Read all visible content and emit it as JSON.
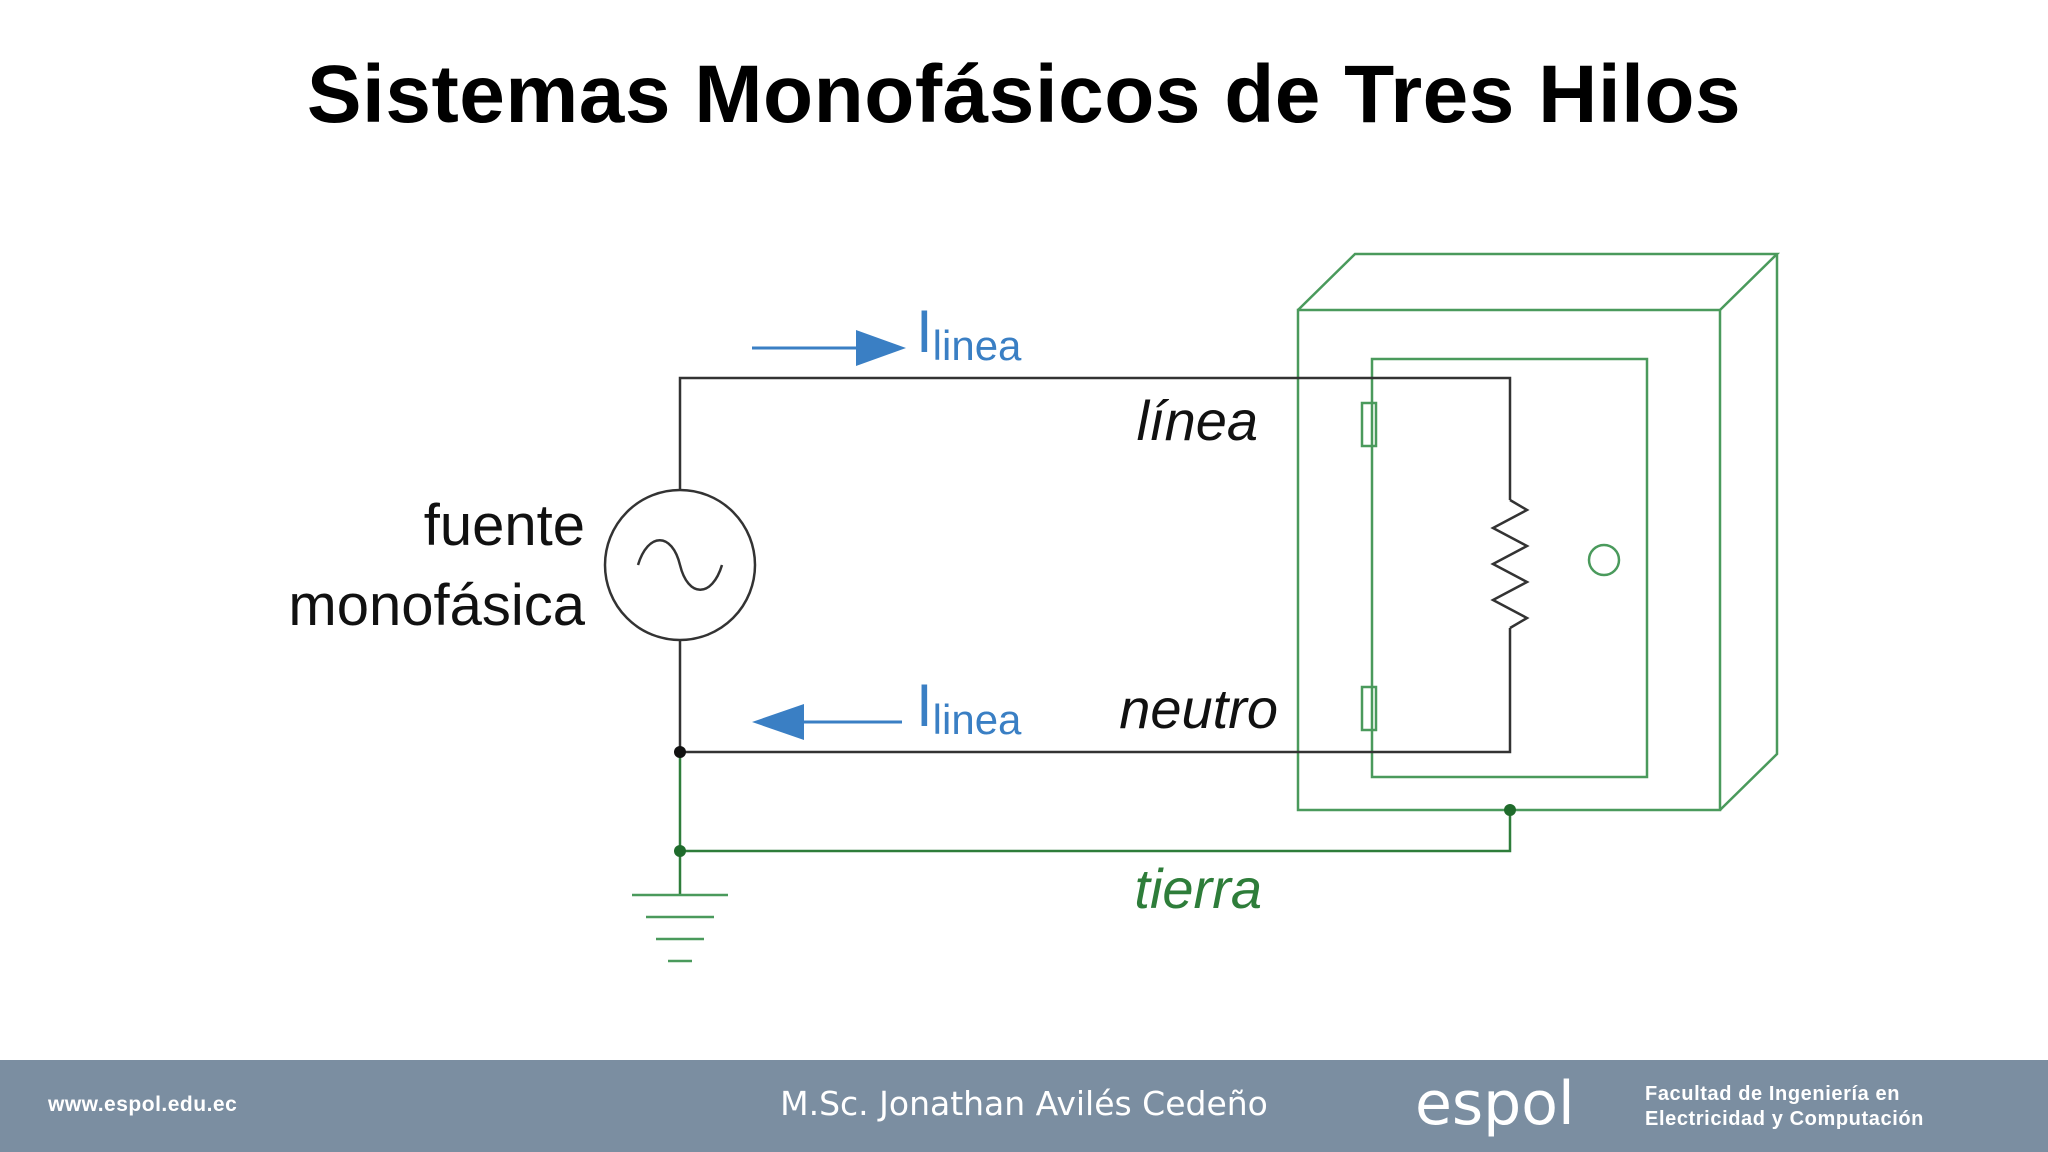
{
  "title": "Sistemas Monofásicos de Tres Hilos",
  "diagram": {
    "source_label_line1": "fuente",
    "source_label_line2": "monofásica",
    "current_top": {
      "symbol": "I",
      "subscript": "linea"
    },
    "current_bottom": {
      "symbol": "I",
      "subscript": "linea"
    },
    "wire_line_label": "línea",
    "wire_neutral_label": "neutro",
    "wire_ground_label": "tierra",
    "colors": {
      "wire": "#333333",
      "ground": "#2e7d3a",
      "enclosure": "#4a9a5c",
      "current_arrow": "#3a7fc4",
      "ground_label": "#2e7d3a"
    },
    "icons": {
      "source": "ac-source-icon",
      "load": "resistor-icon",
      "ground": "ground-icon"
    }
  },
  "footer": {
    "url": "www.espol.edu.ec",
    "author": "M.Sc. Jonathan Avilés Cedeño",
    "logo_text": "espol",
    "faculty_line1": "Facultad de Ingeniería en",
    "faculty_line2": "Electricidad y Computación"
  }
}
